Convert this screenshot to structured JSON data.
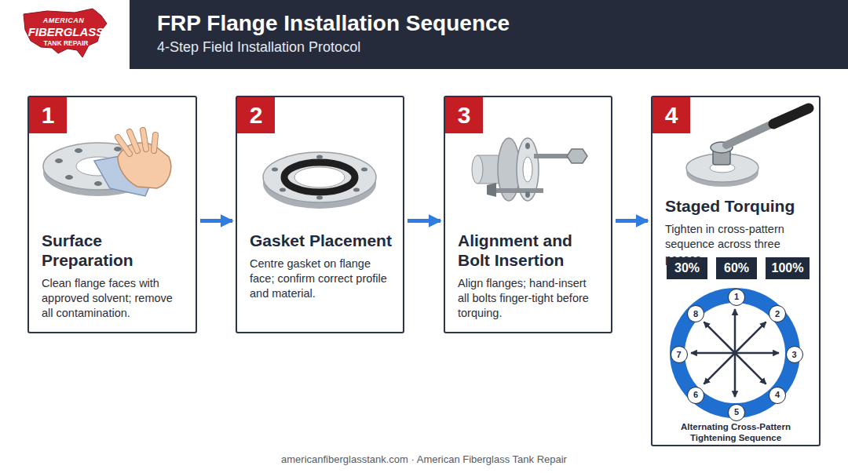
{
  "diagram": {
    "title": "FRP Flange Installation Sequence",
    "caption": "americanfiberglasstank.com · American Fiberglass Tank Repair",
    "nodes": [
      {
        "text": [
          "Surface Preparation",
          "Clean flange faces with approved solvent; remove all contamination."
        ]
      },
      {
        "text": [
          "1"
        ],
        "in": 0
      },
      {
        "text": [
          "Gasket Placement",
          "Centre gasket on flange face; confirm correct profile and material."
        ]
      },
      {
        "text": [
          "2"
        ],
        "in": 2
      },
      {
        "text": [
          "Alignment and Bolt Insertion",
          "Align flanges; hand-insert all bolts finger-tight before torquing."
        ]
      },
      {
        "text": [
          "3"
        ],
        "in": 4
      },
      {
        "text": [
          "Staged Torquing",
          "Tighten in cross-pattern sequence across three passes"
        ]
      },
      {
        "text": [
          "4"
        ],
        "in": 6
      },
      {
        "text": [
          "30%"
        ],
        "in": 6
      },
      {
        "text": [
          "60%"
        ],
        "in": 6
      },
      {
        "text": [
          "100%"
        ],
        "in": 6
      },
      {
        "text": [
          "1"
        ],
        "in": 6
      },
      {
        "text": [
          "2"
        ],
        "in": 6
      },
      {
        "text": [
          "3"
        ],
        "in": 6
      },
      {
        "text": [
          "4"
        ],
        "in": 6
      },
      {
        "text": [
          "5"
        ],
        "in": 6
      },
      {
        "text": [
          "6"
        ],
        "in": 6
      },
      {
        "text": [
          "7"
        ],
        "in": 6
      },
      {
        "text": [
          "8"
        ],
        "in": 6
      }
    ],
    "edges": [
      {
        "from": 0,
        "to": 2,
        "arrow": "to"
      },
      {
        "from": 2,
        "to": 4,
        "arrow": "to"
      },
      {
        "from": 4,
        "to": 6,
        "arrow": "to"
      }
    ],
    "labels": [
      "AMERICAN",
      "FIBERGLASS",
      "TANK REPAIR",
      "4-Step Field Installation Protocol",
      "Alternating Cross-Pattern Tightening Sequence"
    ]
  }
}
